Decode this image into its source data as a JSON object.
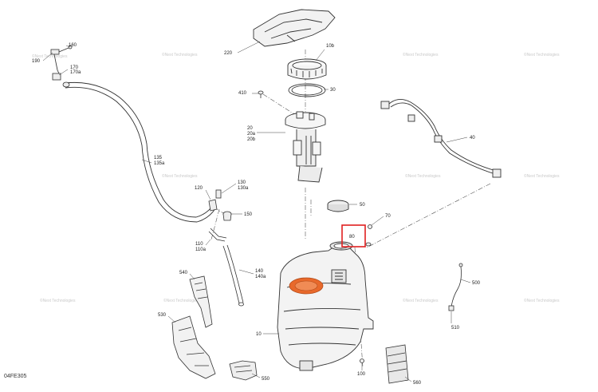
{
  "diagram_code": "04FE305",
  "watermark": "©Next Technologies",
  "highlight_color": "#e02020",
  "accent_part_color": "#e8692b",
  "callouts": [
    {
      "id": "c160",
      "text": "160"
    },
    {
      "id": "c190",
      "text": "190"
    },
    {
      "id": "c170",
      "text": "170"
    },
    {
      "id": "c170a",
      "text": "170a"
    },
    {
      "id": "c220",
      "text": "220"
    },
    {
      "id": "c10b",
      "text": "10b"
    },
    {
      "id": "c30",
      "text": "30"
    },
    {
      "id": "c410",
      "text": "410"
    },
    {
      "id": "c20",
      "text": "20"
    },
    {
      "id": "c20a",
      "text": "20a"
    },
    {
      "id": "c20b",
      "text": "20b"
    },
    {
      "id": "c40",
      "text": "40"
    },
    {
      "id": "c135",
      "text": "135"
    },
    {
      "id": "c135a",
      "text": "135a"
    },
    {
      "id": "c130",
      "text": "130"
    },
    {
      "id": "c130a",
      "text": "130a"
    },
    {
      "id": "c120",
      "text": "120"
    },
    {
      "id": "c150",
      "text": "150"
    },
    {
      "id": "c50",
      "text": "50"
    },
    {
      "id": "c70",
      "text": "70"
    },
    {
      "id": "c80",
      "text": "80"
    },
    {
      "id": "c110",
      "text": "110"
    },
    {
      "id": "c110a",
      "text": "110a"
    },
    {
      "id": "c140",
      "text": "140"
    },
    {
      "id": "c140a",
      "text": "140a"
    },
    {
      "id": "c540",
      "text": "540"
    },
    {
      "id": "c500",
      "text": "500"
    },
    {
      "id": "c530",
      "text": "530"
    },
    {
      "id": "c510",
      "text": "510"
    },
    {
      "id": "c10",
      "text": "10"
    },
    {
      "id": "c550",
      "text": "550"
    },
    {
      "id": "c100",
      "text": "100"
    },
    {
      "id": "c560",
      "text": "560"
    }
  ]
}
